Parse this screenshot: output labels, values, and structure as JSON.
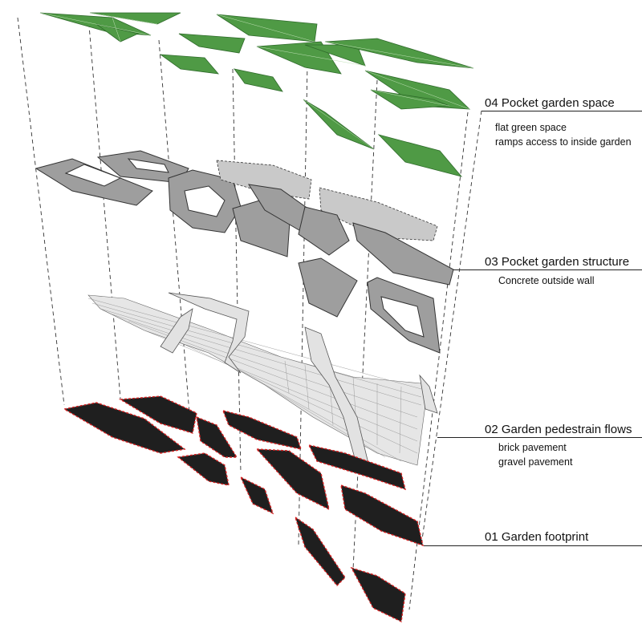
{
  "layers": [
    {
      "title": "04 Pocket garden space",
      "notes": [
        "flat green space",
        "ramps access to inside garden"
      ]
    },
    {
      "title": "03 Pocket garden structure",
      "notes": [
        "Concrete outside wall"
      ]
    },
    {
      "title": "02 Garden pedestrain flows",
      "notes": [
        "brick pavement",
        "gravel pavement"
      ]
    },
    {
      "title": "01 Garden footprint",
      "notes": []
    }
  ],
  "colors": {
    "green_space": "#4f9a45",
    "structure": "#9e9e9e",
    "flows": "#e6e6e6",
    "footprint": "#1f1f1f",
    "footprint_outline": "#d42020"
  }
}
